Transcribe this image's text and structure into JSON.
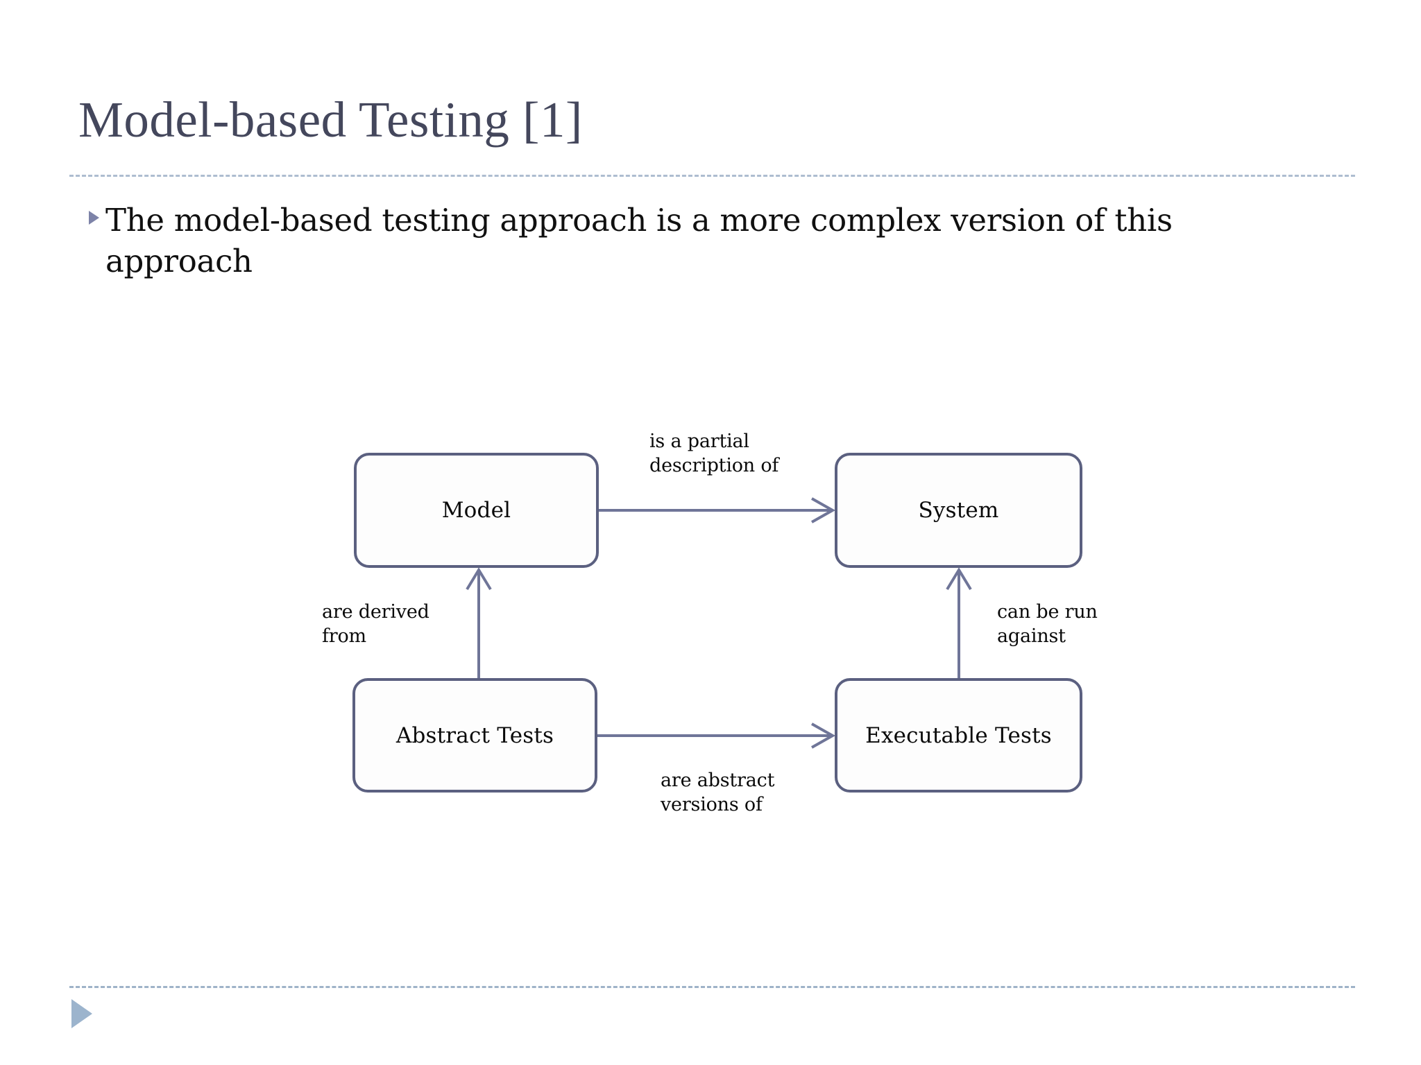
{
  "slide": {
    "title": "Model-based Testing [1]",
    "bullets": [
      {
        "marker": "triangle-bullet-icon",
        "text": "The model-based testing approach is a more complex version of this approach"
      }
    ]
  },
  "diagram": {
    "type": "flow-diagram",
    "nodes": [
      {
        "id": "model",
        "label": "Model"
      },
      {
        "id": "system",
        "label": "System"
      },
      {
        "id": "abstract",
        "label": "Abstract Tests"
      },
      {
        "id": "executable",
        "label": "Executable Tests"
      }
    ],
    "edges": [
      {
        "from": "model",
        "to": "system",
        "label": "is a partial\ndescription of",
        "direction": "right"
      },
      {
        "from": "abstract",
        "to": "model",
        "label": "are derived\nfrom",
        "direction": "up"
      },
      {
        "from": "executable",
        "to": "system",
        "label": "can be run\nagainst",
        "direction": "up"
      },
      {
        "from": "abstract",
        "to": "executable",
        "label": "are abstract\nversions of",
        "direction": "right"
      }
    ]
  },
  "footer": {
    "nav_marker": "play-triangle-icon"
  },
  "colors": {
    "title_text": "#44475c",
    "body_text": "#101010",
    "node_border": "#5b6080",
    "node_fill": "#fdfdfd",
    "connector": "#6f7598",
    "rule_dash": "#aebdd0",
    "bullet_marker": "#7d83a8",
    "footer_marker": "#9cb4cd",
    "background": "#ffffff"
  }
}
